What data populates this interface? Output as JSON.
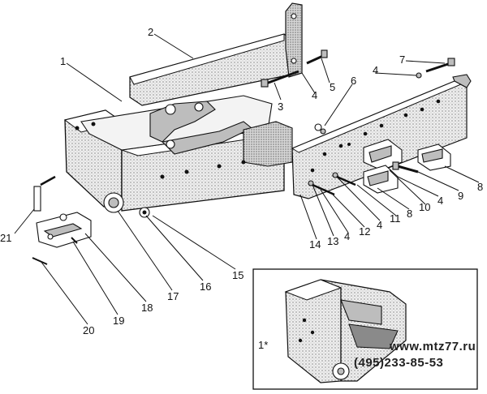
{
  "callouts": [
    "1",
    "2",
    "3",
    "4",
    "5",
    "6",
    "4",
    "7",
    "8",
    "9",
    "4",
    "10",
    "8",
    "11",
    "4",
    "12",
    "4",
    "13",
    "14",
    "15",
    "16",
    "17",
    "18",
    "19",
    "20",
    "21",
    "1*"
  ],
  "watermark": {
    "site": "www.mtz77.ru",
    "phone": "(495)233-85-53"
  }
}
